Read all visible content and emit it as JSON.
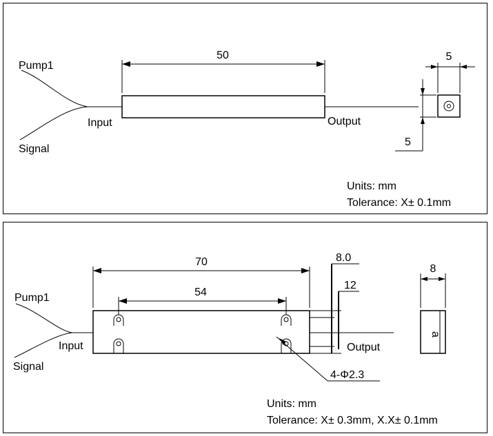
{
  "top": {
    "pump_label": "Pump1",
    "signal_label": "Signal",
    "input_label": "Input",
    "output_label": "Output",
    "length_dim": "50",
    "end_width_dim": "5",
    "end_height_dim": "5",
    "units": "Units: mm",
    "tolerance": "Tolerance: X± 0.1mm"
  },
  "bottom": {
    "pump_label": "Pump1",
    "signal_label": "Signal",
    "input_label": "Input",
    "output_label": "Output",
    "length_dim": "70",
    "hole_spacing_dim": "54",
    "height_dim": "8.0",
    "width_dim": "12",
    "side_width_dim": "8",
    "hole_callout": "4-Φ2.3",
    "units": "Units: mm",
    "tolerance": "Tolerance: X± 0.3mm, X.X± 0.1mm"
  }
}
